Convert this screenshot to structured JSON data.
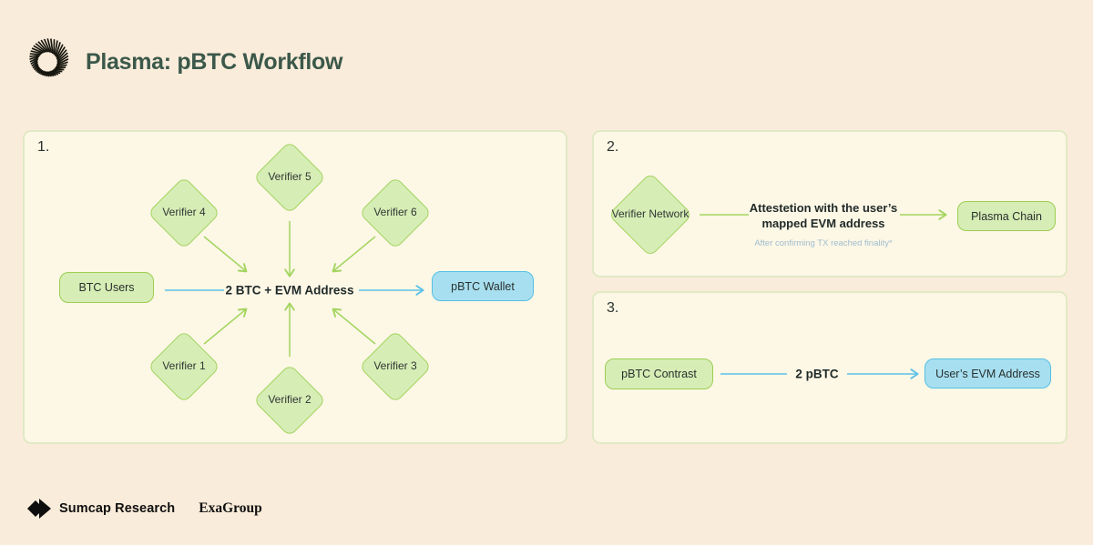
{
  "header": {
    "title": "Plasma: pBTC Workflow"
  },
  "colors": {
    "page_bg": "#faecda",
    "panel_bg": "#fdf7e6",
    "panel_border": "#e0eac5",
    "accent_green": "#a3d55f",
    "accent_blue": "#5bc2e7",
    "diamond_fill": "#d7edb6",
    "blue_node_fill": "#a8dff0",
    "title_green": "#3b584a",
    "note_blue": "#9fbecd"
  },
  "p1": {
    "label": "1.",
    "verifiers": [
      "Verifier 1",
      "Verifier 2",
      "Verifier 3",
      "Verifier 4",
      "Verifier 5",
      "Verifier 6"
    ],
    "btc_users": "BTC Users",
    "center": "2 BTC + EVM Address",
    "pbtc_wallet": "pBTC Wallet"
  },
  "p2": {
    "label": "2.",
    "verifier_network": "Verifier Network",
    "attestation_line1": "Attestetion with the user’s",
    "attestation_line2": "mapped EVM address",
    "note": "After confirming TX reached finality*",
    "plasma_chain": "Plasma Chain"
  },
  "p3": {
    "label": "3.",
    "pbtc_contrast": "pBTC Contrast",
    "center": "2 pBTC",
    "users_evm_address": "User’s EVM Address"
  },
  "footer": {
    "brand_primary": "Sumcap Research",
    "brand_secondary": "ExaGroup"
  }
}
